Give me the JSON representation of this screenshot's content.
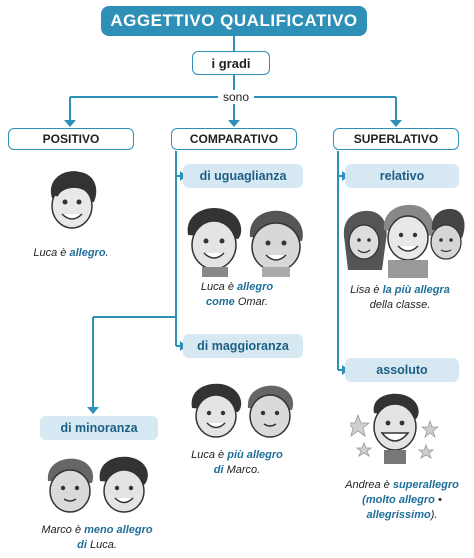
{
  "title": "AGGETTIVO QUALIFICATIVO",
  "gradi": "i gradi",
  "sono": "sono",
  "positivo": {
    "label": "POSITIVO",
    "cap_1": "Luca è ",
    "cap_2": "allegro",
    "cap_3": "."
  },
  "comparativo": {
    "label": "COMPARATIVO",
    "uguaglianza": {
      "label": "di uguaglianza",
      "cap_1": "Luca è ",
      "cap_2": "allegro",
      "cap_3": "come",
      "cap_4": " Omar."
    },
    "maggioranza": {
      "label": "di maggioranza",
      "cap_1": "Luca è ",
      "cap_2": "più allegro",
      "cap_3": "di",
      "cap_4": " Marco."
    },
    "minoranza": {
      "label": "di minoranza",
      "cap_1": "Marco è ",
      "cap_2": "meno allegro",
      "cap_3": "di",
      "cap_4": " Luca."
    }
  },
  "superlativo": {
    "label": "SUPERLATIVO",
    "relativo": {
      "label": "relativo",
      "cap_1": "Lisa è ",
      "cap_2": "la più allegra",
      "cap_3": "della classe."
    },
    "assoluto": {
      "label": "assoluto",
      "cap_1": "Andrea è ",
      "cap_2": "superallegro",
      "cap_3": "(molto allegro",
      "cap_4": " • ",
      "cap_5": "allegrissimo",
      "cap_6": ")."
    }
  },
  "colors": {
    "accent": "#2e8fb7",
    "sub_bg": "#d6e8f2",
    "keyword": "#1e6f99"
  }
}
